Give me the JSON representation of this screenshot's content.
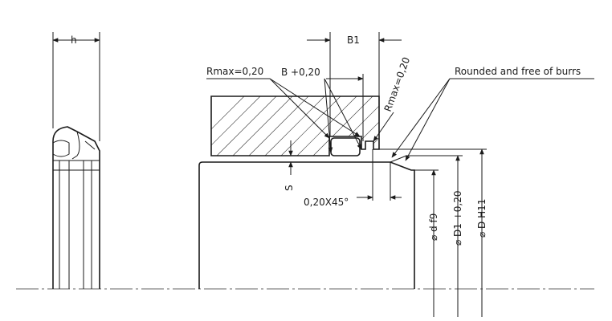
{
  "labels": {
    "h": "h",
    "b1": "B1",
    "rmax_left": "Rmax=0,20",
    "b_tol": "B +0,20",
    "rmax_rot": "Rmax=0,20",
    "rounded": "Rounded and free of burrs",
    "s": "S",
    "chamfer": "0,20X45°",
    "d_f9": "⌀ d f9",
    "d1": "⌀ D1 +0,20",
    "d_h11": "⌀ D H11"
  },
  "colors": {
    "line": "#1a1a1a",
    "background": "#ffffff"
  }
}
